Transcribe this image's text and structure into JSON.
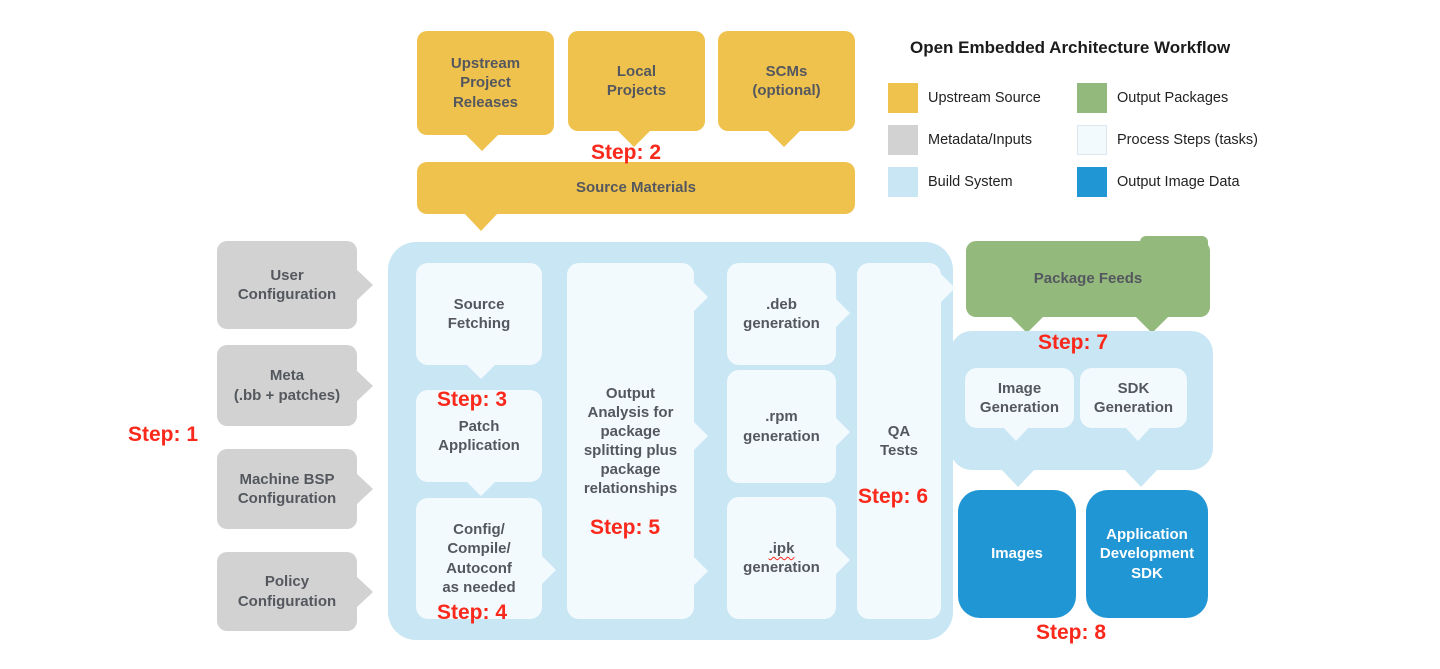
{
  "colors": {
    "upstream_yellow": "#EFC24E",
    "metadata_gray": "#D2D2D2",
    "build_blue": "#C9E6F4",
    "process_white": "#F3FAFD",
    "packages_green": "#94B97D",
    "image_blue": "#2196D4",
    "step_red": "#FA291C",
    "box_text": "#54585E"
  },
  "legend": {
    "title": "Open Embedded Architecture Workflow",
    "items": [
      {
        "label": "Upstream Source",
        "color": "#EFC24E"
      },
      {
        "label": "Output Packages",
        "color": "#94B97D"
      },
      {
        "label": "Metadata/Inputs",
        "color": "#D2D2D2"
      },
      {
        "label": "Process Steps (tasks)",
        "color": "#F3FAFD"
      },
      {
        "label": "Build System",
        "color": "#C9E6F4"
      },
      {
        "label": "Output Image Data",
        "color": "#2196D4"
      }
    ]
  },
  "steps": [
    "Step: 1",
    "Step: 2",
    "Step: 3",
    "Step: 4",
    "Step: 5",
    "Step: 6",
    "Step: 7",
    "Step: 8"
  ],
  "nodes": {
    "upstream_releases": "Upstream\nProject\nReleases",
    "local_projects": "Local\nProjects",
    "scms": "SCMs\n(optional)",
    "source_materials": "Source Materials",
    "user_configuration": "User\nConfiguration",
    "meta": "Meta\n(.bb + patches)",
    "machine_bsp": "Machine BSP\nConfiguration",
    "policy": "Policy\nConfiguration",
    "source_fetching": "Source\nFetching",
    "patch_application": "Patch\nApplication",
    "config_compile": "Config/\nCompile/\nAutoconf\nas needed",
    "output_analysis": "Output\nAnalysis for\npackage\nsplitting plus\npackage\nrelationships",
    "deb_generation": ".deb\ngeneration",
    "rpm_generation": ".rpm\ngeneration",
    "ipk_label": ".ipk",
    "ipk_sublabel": "generation",
    "qa_tests": "QA\nTests",
    "package_feeds": "Package Feeds",
    "image_generation": "Image\nGeneration",
    "sdk_generation": "SDK\nGeneration",
    "images": "Images",
    "app_dev_sdk": "Application\nDevelopment\nSDK"
  }
}
